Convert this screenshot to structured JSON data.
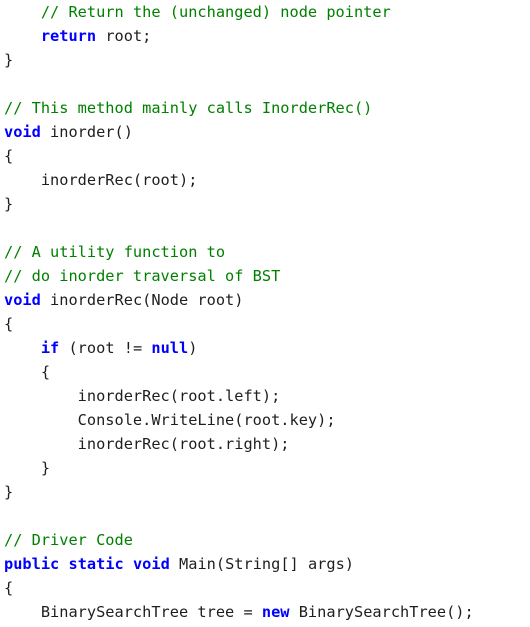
{
  "code": {
    "lines": [
      [
        {
          "t": "    ",
          "c": "p"
        },
        {
          "t": "// Return the (unchanged) node pointer",
          "c": "comment"
        }
      ],
      [
        {
          "t": "    ",
          "c": "p"
        },
        {
          "t": "return",
          "c": "kw"
        },
        {
          "t": " root;",
          "c": "p"
        }
      ],
      [
        {
          "t": "}",
          "c": "p"
        }
      ],
      [],
      [
        {
          "t": "// This method mainly calls InorderRec()",
          "c": "comment"
        }
      ],
      [
        {
          "t": "void",
          "c": "kw"
        },
        {
          "t": " inorder()",
          "c": "p"
        }
      ],
      [
        {
          "t": "{",
          "c": "p"
        }
      ],
      [
        {
          "t": "    inorderRec(root);",
          "c": "p"
        }
      ],
      [
        {
          "t": "}",
          "c": "p"
        }
      ],
      [],
      [
        {
          "t": "// A utility function to",
          "c": "comment"
        }
      ],
      [
        {
          "t": "// do inorder traversal of BST",
          "c": "comment"
        }
      ],
      [
        {
          "t": "void",
          "c": "kw"
        },
        {
          "t": " inorderRec(Node root)",
          "c": "p"
        }
      ],
      [
        {
          "t": "{",
          "c": "p"
        }
      ],
      [
        {
          "t": "    ",
          "c": "p"
        },
        {
          "t": "if",
          "c": "kw"
        },
        {
          "t": " (root != ",
          "c": "p"
        },
        {
          "t": "null",
          "c": "kw"
        },
        {
          "t": ")",
          "c": "p"
        }
      ],
      [
        {
          "t": "    {",
          "c": "p"
        }
      ],
      [
        {
          "t": "        inorderRec(root.left);",
          "c": "p"
        }
      ],
      [
        {
          "t": "        Console.WriteLine(root.key);",
          "c": "p"
        }
      ],
      [
        {
          "t": "        inorderRec(root.right);",
          "c": "p"
        }
      ],
      [
        {
          "t": "    }",
          "c": "p"
        }
      ],
      [
        {
          "t": "}",
          "c": "p"
        }
      ],
      [],
      [
        {
          "t": "// Driver Code",
          "c": "comment"
        }
      ],
      [
        {
          "t": "public",
          "c": "kw"
        },
        {
          "t": " ",
          "c": "p"
        },
        {
          "t": "static",
          "c": "kw"
        },
        {
          "t": " ",
          "c": "p"
        },
        {
          "t": "void",
          "c": "kw"
        },
        {
          "t": " Main(String[] args)",
          "c": "p"
        }
      ],
      [
        {
          "t": "{",
          "c": "p"
        }
      ],
      [
        {
          "t": "    BinarySearchTree tree = ",
          "c": "p"
        },
        {
          "t": "new",
          "c": "kw"
        },
        {
          "t": " BinarySearchTree();",
          "c": "p"
        }
      ]
    ]
  },
  "colors": {
    "comment": "#008000",
    "keyword": "#0000ff",
    "plain": "#1e1e1e",
    "background": "#ffffff"
  }
}
